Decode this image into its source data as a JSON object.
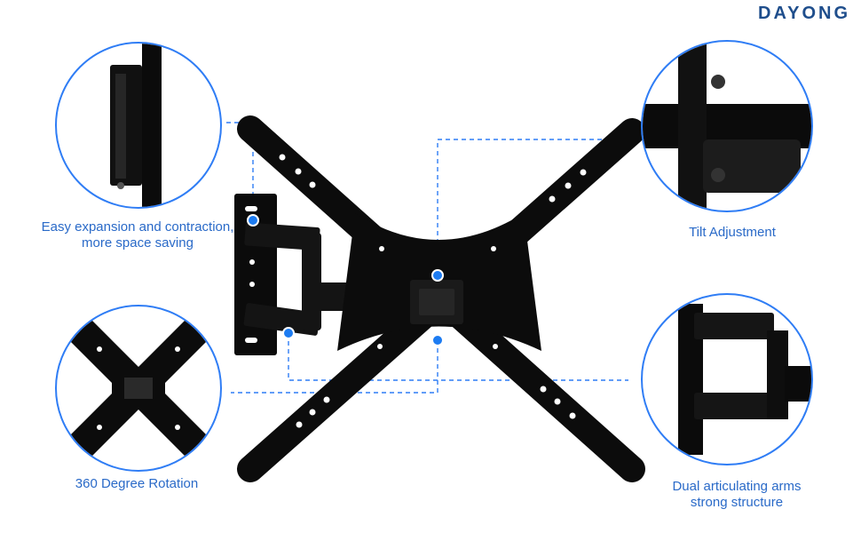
{
  "brand": {
    "name": "DAYONG"
  },
  "colors": {
    "accent": "#2f7df5",
    "caption": "#2a6ac8",
    "brand": "#1f4e8c",
    "product": "#0b0b0b"
  },
  "captions": {
    "expansion": {
      "line1": "Easy expansion and contraction,",
      "line2": "more space saving"
    },
    "tilt": {
      "line1": "Tilt Adjustment"
    },
    "rotation": {
      "line1": "360 Degree Rotation"
    },
    "arms": {
      "line1": "Dual articulating arms",
      "line2": "strong structure"
    }
  },
  "callouts": [
    {
      "name": "expansion-detail-circle",
      "feature": "expansion"
    },
    {
      "name": "tilt-detail-circle",
      "feature": "tilt"
    },
    {
      "name": "rotation-detail-circle",
      "feature": "rotation"
    },
    {
      "name": "arms-detail-circle",
      "feature": "arms"
    }
  ]
}
